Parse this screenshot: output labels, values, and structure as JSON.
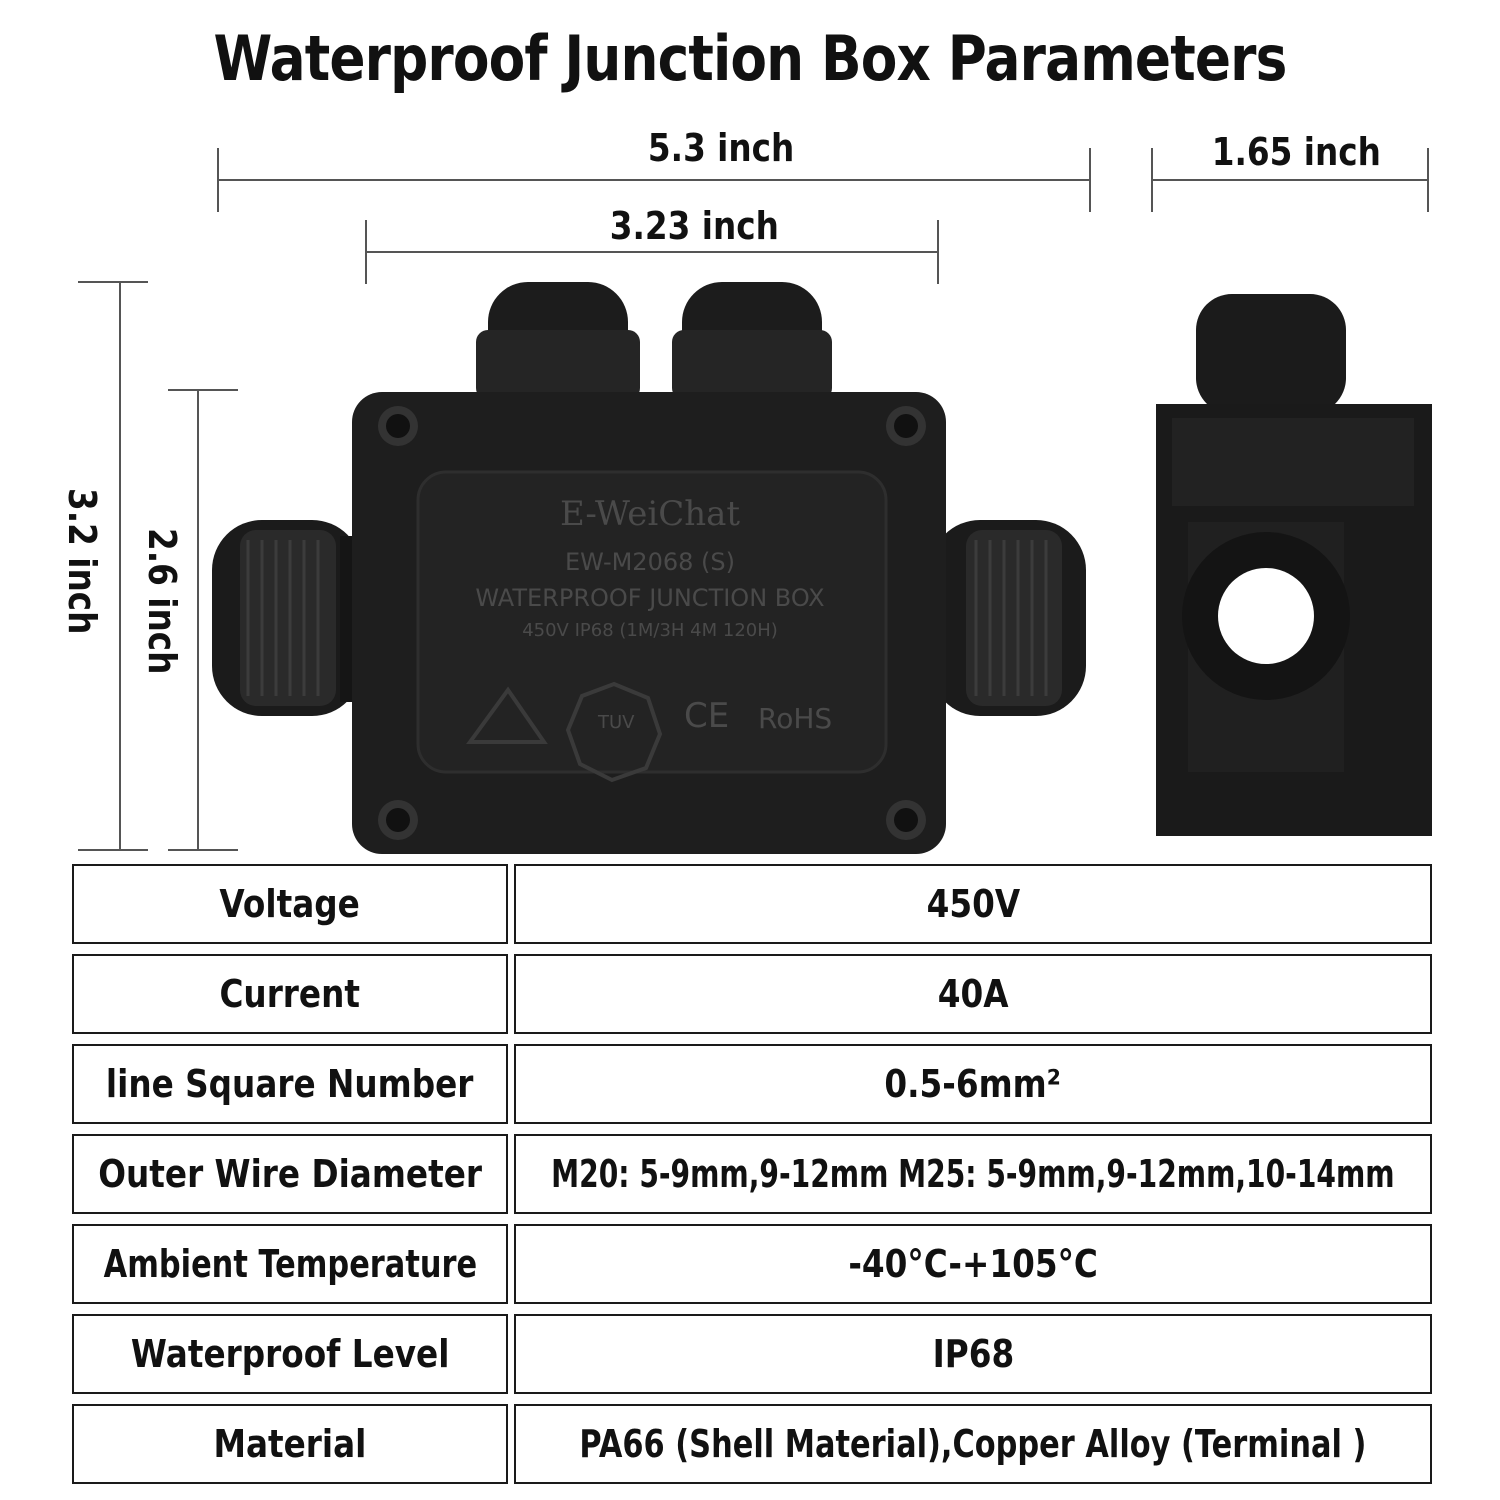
{
  "title": "Waterproof Junction Box Parameters",
  "dimensions": {
    "total_width": "5.3 inch",
    "body_width": "3.23 inch",
    "side_depth": "1.65 inch",
    "total_height": "3.2 inch",
    "body_height": "2.6 inch"
  },
  "product_label": {
    "brand": "E-WeiChat",
    "model": "EW-M2068 (S)",
    "name": "WATERPROOF JUNCTION BOX",
    "ratings": "450V  IP68 (1M/3H 4M 120H)",
    "marks": [
      "TUV",
      "CE",
      "RoHS"
    ]
  },
  "specs": [
    {
      "label": "Voltage",
      "value": "450V"
    },
    {
      "label": "Current",
      "value": "40A"
    },
    {
      "label": "line Square Number",
      "value": "0.5-6mm²"
    },
    {
      "label": "Outer Wire Diameter",
      "value": "M20: 5-9mm,9-12mm M25: 5-9mm,9-12mm,10-14mm"
    },
    {
      "label": "Ambient Temperature",
      "value": "-40°C-+105°C"
    },
    {
      "label": "Waterproof Level",
      "value": "IP68"
    },
    {
      "label": "Material",
      "value": "PA66  (Shell Material),Copper Alloy (Terminal )"
    }
  ]
}
